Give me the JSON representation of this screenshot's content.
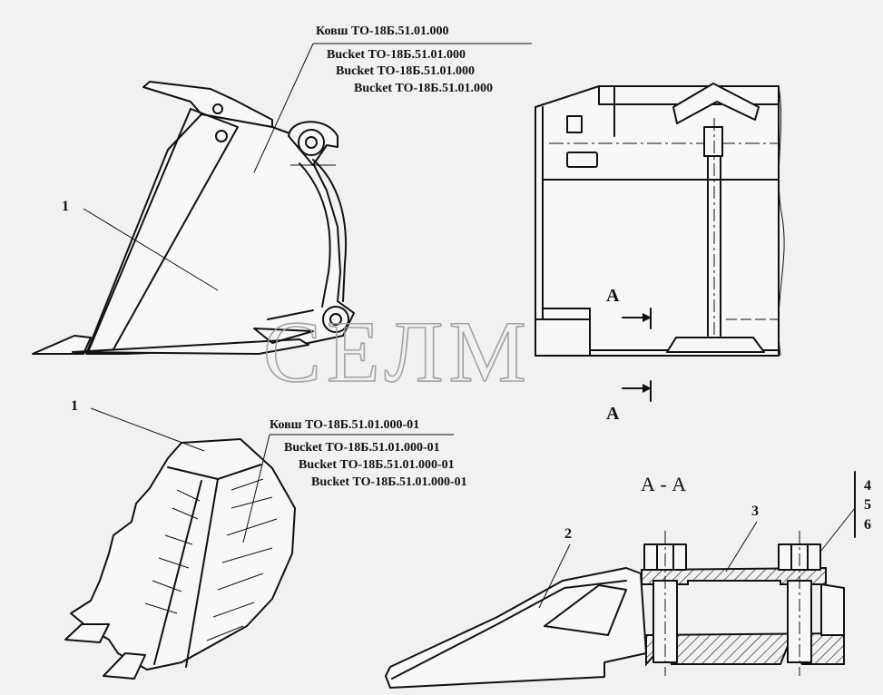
{
  "caption_top": {
    "ru": "Ковш  ТО-18Б.51.01.000",
    "en": [
      "Bucket ТО-18Б.51.01.000",
      "Bucket ТО-18Б.51.01.000",
      "Bucket ТО-18Б.51.01.000"
    ]
  },
  "caption_bottom": {
    "ru": "Ковш  ТО-18Б.51.01.000-01",
    "en": [
      "Bucket ТО-18Б.51.01.000-01",
      "Bucket ТО-18Б.51.01.000-01",
      "Bucket ТО-18Б.51.01.000-01"
    ]
  },
  "callouts": {
    "side_view": "1",
    "iso_view": "1",
    "tooth": "2",
    "plate": "3",
    "fasteners": [
      "4",
      "5",
      "6"
    ]
  },
  "section": {
    "marker": "A",
    "title": "А - А"
  },
  "watermark": "СЕЛМ"
}
